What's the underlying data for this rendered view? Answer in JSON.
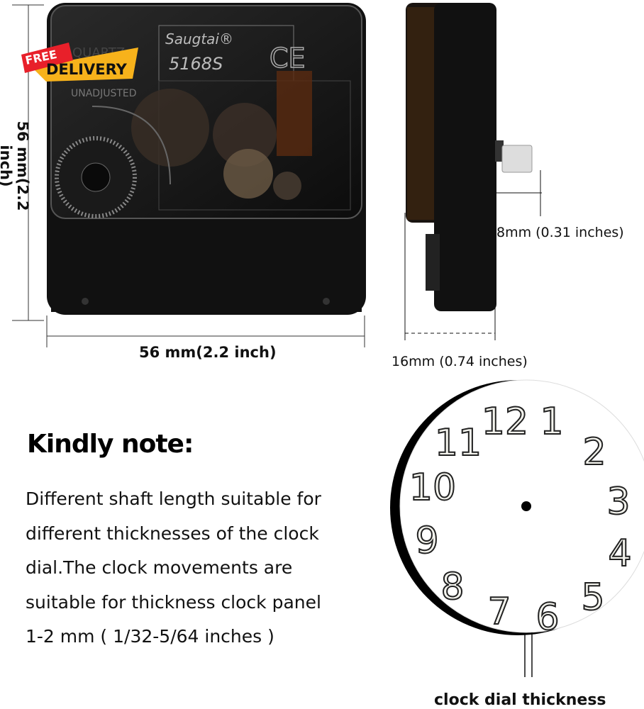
{
  "badge": {
    "top": "FREE",
    "main": "DELIVERY"
  },
  "movement": {
    "brand": "Saugtai®",
    "model": "5168S",
    "mark": "CE",
    "label_lines": [
      "QUARTZ",
      "UNADJUSTED"
    ]
  },
  "dimensions": {
    "height": "56 mm(2.2 inch)",
    "width": "56 mm(2.2 inch)",
    "shaft": "8mm (0.31 inches)",
    "depth": "16mm (0.74 inches)"
  },
  "note": {
    "title": "Kindly note:",
    "lines": [
      "Different shaft length suitable for",
      "different thicknesses of the clock",
      "dial.The clock movements are",
      "suitable for thickness clock panel",
      "1-2 mm ( 1/32-5/64 inches )"
    ]
  },
  "dial": {
    "numbers": [
      "12",
      "1",
      "2",
      "3",
      "4",
      "5",
      "6",
      "7",
      "8",
      "9",
      "10",
      "11"
    ],
    "caption": "clock dial thickness"
  },
  "colors": {
    "badge_red": "#e8202a",
    "badge_yellow": "#f7b21b",
    "coil": "#8a3a14"
  }
}
